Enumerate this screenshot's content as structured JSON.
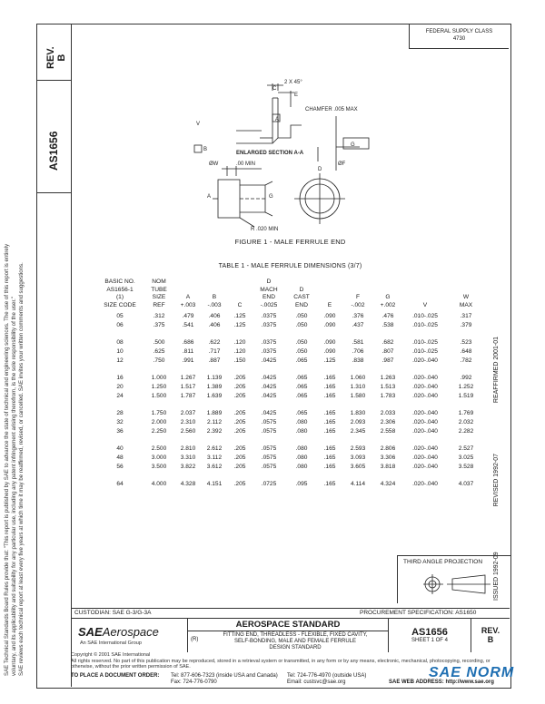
{
  "document": {
    "rev_label": "REV.",
    "rev_value": "B",
    "doc_number": "AS1656",
    "federal_supply": [
      "FEDERAL SUPPLY CLASS",
      "4730"
    ],
    "disclaimer": [
      "SAE Technical Standards Board Rules provide that: \"This report is published by SAE to advance the state of technical and engineering sciences. The use of this report is entirely",
      "voluntary, and its applicability and suitability for any particular use, including any patent infringement arising therefrom, is the sole responsibility of the user.\"",
      "SAE reviews each technical report at least every five years at which time it may be reaffirmed, revised, or cancelled. SAE invites your written comments and suggestions."
    ],
    "side_notes": [
      "ISSUED 1992-09",
      "REVISED 1992-07",
      "REAFFIRMED 2001-01"
    ]
  },
  "figure": {
    "caption": "FIGURE 1 - MALE FERRULE END",
    "labels": {
      "c": "C",
      "e": "E",
      "chamfer": "CHAMFER .005 MAX",
      "enlarged": "ENLARGED SECTION A-A",
      "w": "ØW",
      "v": "V",
      "f": "ØF",
      "g": "G",
      "a": "A",
      "b": "B",
      "d": "D",
      "r": "R .020 MIN",
      "x": "2 X 45°",
      "dim00": ".00 MIN"
    }
  },
  "table": {
    "caption": "TABLE 1 - MALE FERRULE DIMENSIONS (3/7)",
    "headers": [
      [
        "BASIC NO.",
        "AS1656-1",
        "(1)",
        "SIZE CODE"
      ],
      [
        "NOM",
        "TUBE",
        "SIZE",
        "REF"
      ],
      [
        "A",
        "+.003"
      ],
      [
        "B",
        "-.003"
      ],
      [
        "C"
      ],
      [
        "D",
        "MACH",
        "END",
        "-.0025"
      ],
      [
        "D",
        "CAST",
        "END"
      ],
      [
        "E"
      ],
      [
        "F",
        "-.002"
      ],
      [
        "G",
        "+.002"
      ],
      [
        "V"
      ],
      [
        "W",
        "MAX"
      ]
    ],
    "groups": [
      [
        [
          "05",
          ".312",
          ".479",
          ".406",
          ".125",
          ".0375",
          ".050",
          ".090",
          ".376",
          ".476",
          ".010-.025",
          ".317"
        ],
        [
          "06",
          ".375",
          ".541",
          ".406",
          ".125",
          ".0375",
          ".050",
          ".090",
          ".437",
          ".538",
          ".010-.025",
          ".379"
        ]
      ],
      [
        [
          "08",
          ".500",
          ".686",
          ".622",
          ".120",
          ".0375",
          ".050",
          ".090",
          ".581",
          ".682",
          ".010-.025",
          ".523"
        ],
        [
          "10",
          ".625",
          ".811",
          ".717",
          ".120",
          ".0375",
          ".050",
          ".090",
          ".706",
          ".807",
          ".010-.025",
          ".648"
        ],
        [
          "12",
          ".750",
          ".991",
          ".887",
          ".150",
          ".0425",
          ".065",
          ".125",
          ".838",
          ".987",
          ".020-.040",
          ".782"
        ]
      ],
      [
        [
          "16",
          "1.000",
          "1.267",
          "1.139",
          ".205",
          ".0425",
          ".065",
          ".165",
          "1.060",
          "1.263",
          ".020-.040",
          ".992"
        ],
        [
          "20",
          "1.250",
          "1.517",
          "1.389",
          ".205",
          ".0425",
          ".065",
          ".165",
          "1.310",
          "1.513",
          ".020-.040",
          "1.252"
        ],
        [
          "24",
          "1.500",
          "1.787",
          "1.639",
          ".205",
          ".0425",
          ".065",
          ".165",
          "1.580",
          "1.783",
          ".020-.040",
          "1.519"
        ]
      ],
      [
        [
          "28",
          "1.750",
          "2.037",
          "1.889",
          ".205",
          ".0425",
          ".065",
          ".165",
          "1.830",
          "2.033",
          ".020-.040",
          "1.769"
        ],
        [
          "32",
          "2.000",
          "2.310",
          "2.112",
          ".205",
          ".0575",
          ".080",
          ".165",
          "2.093",
          "2.306",
          ".020-.040",
          "2.032"
        ],
        [
          "36",
          "2.250",
          "2.560",
          "2.392",
          ".205",
          ".0575",
          ".080",
          ".165",
          "2.345",
          "2.558",
          ".020-.040",
          "2.282"
        ]
      ],
      [
        [
          "40",
          "2.500",
          "2.810",
          "2.612",
          ".205",
          ".0575",
          ".080",
          ".165",
          "2.593",
          "2.806",
          ".020-.040",
          "2.527"
        ],
        [
          "48",
          "3.000",
          "3.310",
          "3.112",
          ".205",
          ".0575",
          ".080",
          ".165",
          "3.093",
          "3.306",
          ".020-.040",
          "3.025"
        ],
        [
          "56",
          "3.500",
          "3.822",
          "3.612",
          ".205",
          ".0575",
          ".080",
          ".165",
          "3.605",
          "3.818",
          ".020-.040",
          "3.528"
        ]
      ],
      [
        [
          "64",
          "4.000",
          "4.328",
          "4.151",
          ".205",
          ".0725",
          ".095",
          ".165",
          "4.114",
          "4.324",
          ".020-.040",
          "4.037"
        ]
      ]
    ]
  },
  "projection": {
    "label": "THIRD ANGLE PROJECTION"
  },
  "titleblock": {
    "custodian": "CUSTODIAN: SAE G-3/G-3A",
    "procurement": "PROCUREMENT SPECIFICATION: AS1650",
    "sae_logo": "SAE",
    "aerospace": "Aerospace",
    "intl": "An SAE International Group",
    "heading": "AEROSPACE STANDARD",
    "r_mark": "(R)",
    "title_lines": [
      "FITTING END, THREADLESS - FLEXIBLE, FIXED CAVITY,",
      "SELF-BONDING, MALE AND FEMALE FERRULE",
      "DESIGN STANDARD"
    ],
    "doc_number": "AS1656",
    "sheet": "SHEET 1 OF 4",
    "rev_label": "REV.",
    "rev_value": "B"
  },
  "footer": {
    "copyright": "Copyright © 2001 SAE International",
    "rights": "All rights reserved. No part of this publication may be reproduced, stored in a retrieval system or transmitted, in any form or by any means, electronic, mechanical, photocopying, recording, or",
    "rights2": "otherwise, without the prior written permission of SAE.",
    "order_label": "TO PLACE A DOCUMENT ORDER:",
    "tel1": "Tel: 877-606-7323 (inside USA and Canada)",
    "tel2": "Tel: 724-776-4970 (outside USA)",
    "fax": "Fax: 724-776-0790",
    "email": "Email: custsvc@sae.org",
    "web": "SAE WEB ADDRESS: http://www.sae.org",
    "stamp": "SAE NORM"
  }
}
